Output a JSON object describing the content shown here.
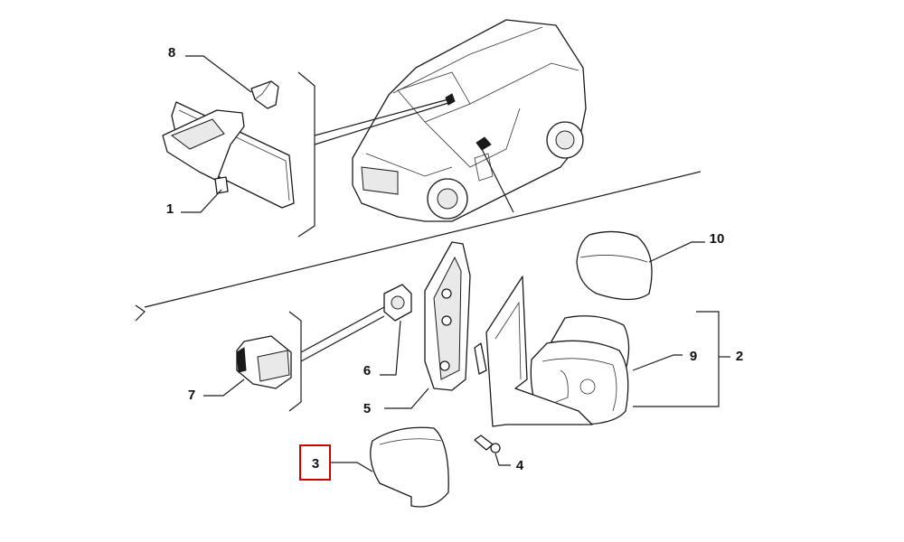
{
  "callouts": {
    "c1": "1",
    "c2": "2",
    "c3": "3",
    "c4": "4",
    "c5": "5",
    "c6": "6",
    "c7": "7",
    "c8": "8",
    "c9": "9",
    "c10": "10"
  },
  "colors": {
    "highlight_box": "#cc0000",
    "line": "#1a1a1a",
    "background": "#ffffff"
  },
  "highlighted_callout": "3"
}
